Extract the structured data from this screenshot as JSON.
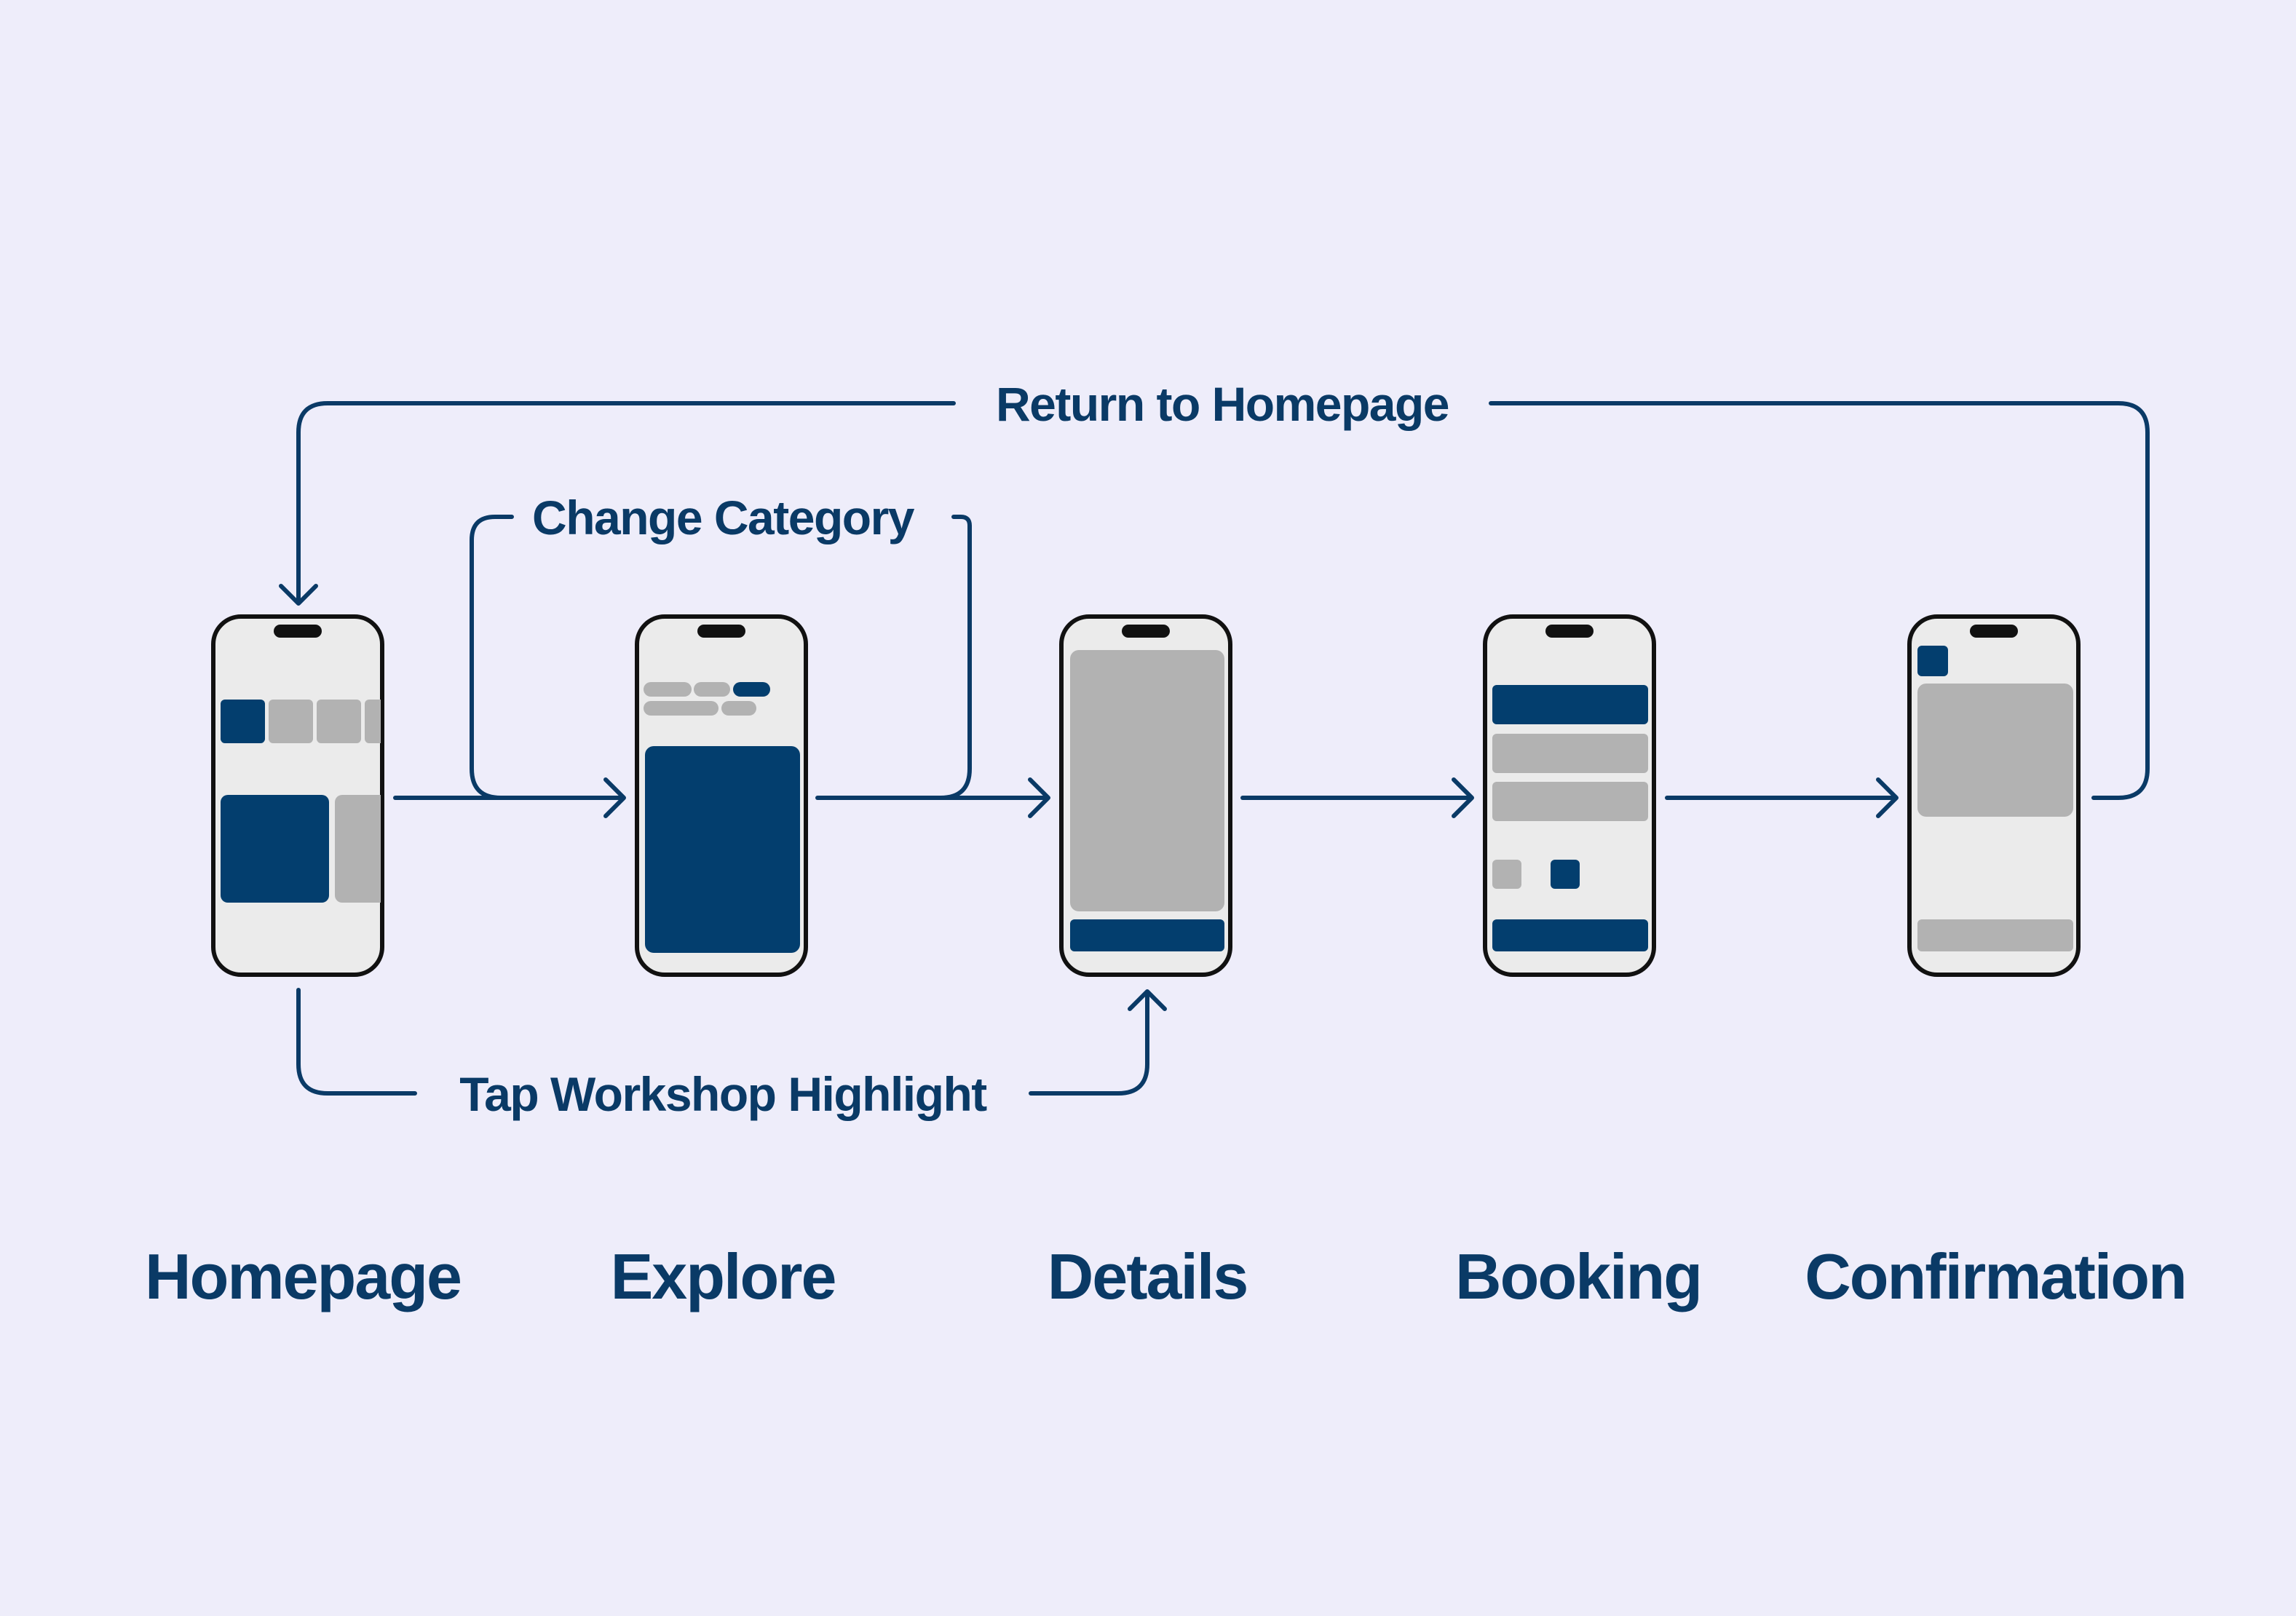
{
  "colors": {
    "background": "#eeedfa",
    "accent": "#0a3a66",
    "block_accent": "#033e6e",
    "block_gray": "#b2b2b2",
    "phone_screen": "#ebebeb",
    "phone_frame": "#111111"
  },
  "screens": [
    {
      "id": "homepage",
      "label": "Homepage"
    },
    {
      "id": "explore",
      "label": "Explore"
    },
    {
      "id": "details",
      "label": "Details"
    },
    {
      "id": "booking",
      "label": "Booking"
    },
    {
      "id": "confirmation",
      "label": "Confirmation"
    }
  ],
  "flows": {
    "return_to_homepage": "Return to Homepage",
    "change_category": "Change Category",
    "tap_workshop_highlight": "Tap Workshop Highlight"
  }
}
